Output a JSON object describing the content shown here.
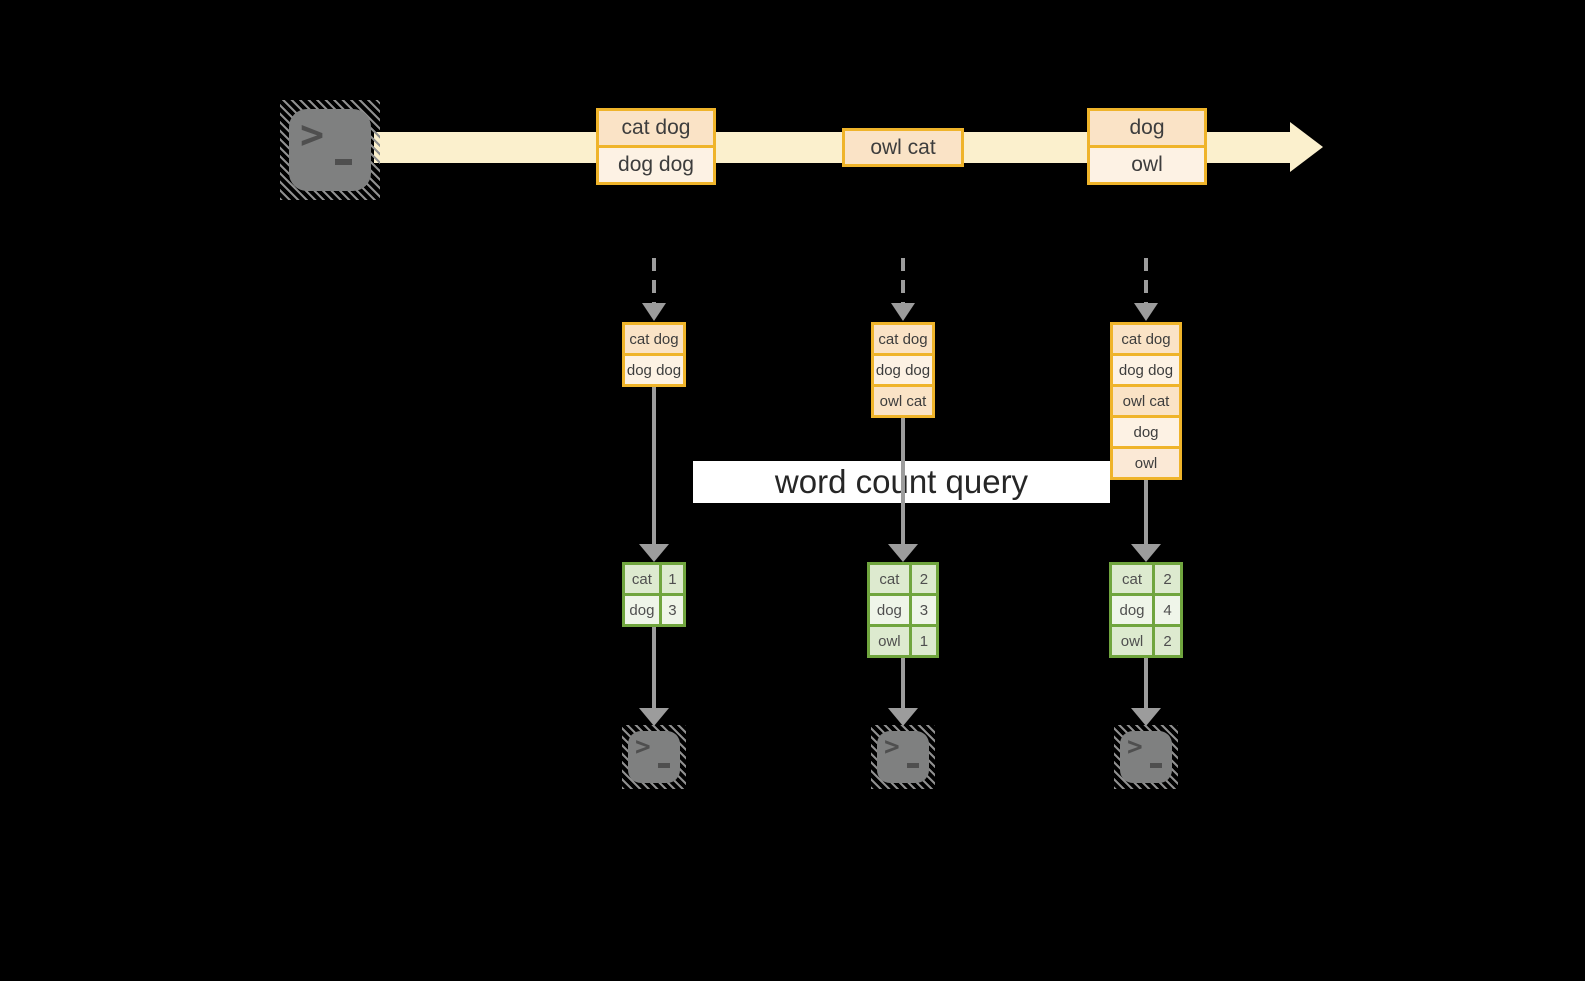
{
  "query": {
    "label": "word count query"
  },
  "stream": {
    "source_icon": "terminal-icon",
    "batches": [
      {
        "rows": [
          {
            "text": "cat dog"
          },
          {
            "text": "dog dog"
          }
        ]
      },
      {
        "rows": [
          {
            "text": "owl cat"
          }
        ]
      },
      {
        "rows": [
          {
            "text": "dog"
          },
          {
            "text": "owl"
          }
        ]
      }
    ]
  },
  "columns": [
    {
      "state_rows": [
        {
          "text": "cat dog"
        },
        {
          "text": "dog dog"
        }
      ],
      "counts": [
        {
          "word": "cat",
          "count": "1"
        },
        {
          "word": "dog",
          "count": "3"
        }
      ],
      "sink_icon": "terminal-icon"
    },
    {
      "state_rows": [
        {
          "text": "cat dog"
        },
        {
          "text": "dog dog"
        },
        {
          "text": "owl cat"
        }
      ],
      "counts": [
        {
          "word": "cat",
          "count": "2"
        },
        {
          "word": "dog",
          "count": "3"
        },
        {
          "word": "owl",
          "count": "1"
        }
      ],
      "sink_icon": "terminal-icon"
    },
    {
      "state_rows": [
        {
          "text": "cat dog"
        },
        {
          "text": "dog dog"
        },
        {
          "text": "owl cat"
        },
        {
          "text": "dog"
        },
        {
          "text": "owl"
        }
      ],
      "counts": [
        {
          "word": "cat",
          "count": "2"
        },
        {
          "word": "dog",
          "count": "4"
        },
        {
          "word": "owl",
          "count": "2"
        }
      ],
      "sink_icon": "terminal-icon"
    }
  ],
  "colors": {
    "background": "#000000",
    "gold_border": "#efb42a",
    "peach_fill": "#fae3c6",
    "cream_fill": "#fdf2e4",
    "stream_arrow": "#fbf0cd",
    "green_border": "#70a53e",
    "green_row_a": "#ddeacf",
    "green_row_b": "#eff5e9",
    "arrow_gray": "#9c9c9c",
    "terminal_gray": "#7f8080",
    "query_bg": "#ffffff"
  }
}
